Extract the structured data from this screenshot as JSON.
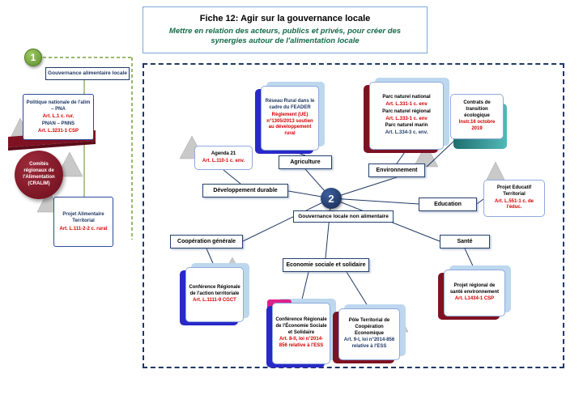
{
  "colors": {
    "navy": "#1f3864",
    "blue_accent": "#2929c8",
    "dark_red": "#7f1222",
    "teal": "#1f6f6f",
    "green": "#76a23e",
    "red_text": "#d40000",
    "light_blue": "#bdd7ee",
    "gray_triangle": "#c9c9c9",
    "pink_accent": "#e0218a",
    "subtitle_green": "#156b4a"
  },
  "header": {
    "title": "Fiche 12: Agir sur la gouvernance locale",
    "subtitle": "Mettre en relation des acteurs, publics et privés, pour créer des synergies autour de l'alimentation locale"
  },
  "badges": {
    "one": "1",
    "two": "2"
  },
  "left_panel": {
    "gouvernance_alimentaire_label": "Gouvernance alimentaire locale",
    "politique_nationale": {
      "title1": "Politique nationale de l'alim – PNA",
      "art1": "Art. L.1 c. rur.",
      "title2": "PNAN – PNNS",
      "art2": "Art. L.3231-1 CSP"
    },
    "cralim_label": "Comités régionaux de l'Alimentation (CRALIM)",
    "projet_alimentaire": {
      "title": "Projet Alimentaire Territorial",
      "art": "Art. L.111-2-2 c. rural"
    }
  },
  "hub": {
    "label": "Gouvernance locale non alimentaire"
  },
  "categories": {
    "agriculture": "Agriculture",
    "developpement_durable": "Développement durable",
    "environnement": "Environnement",
    "education": "Education",
    "sante": "Santé",
    "cooperation_generale": "Coopération générale",
    "economie_sociale": "Economie sociale et solidaire"
  },
  "cards": {
    "reseau_rural": {
      "title": "Réseau Rural dans le cadre du FEADER",
      "detail": "Règlement (UE) n°1305/2013 soutien au développement rural"
    },
    "agenda21": {
      "title": "Agenda 21",
      "art": "Art. L.110-1 c. env."
    },
    "parcs": {
      "item1": "Parc naturel national",
      "art1": "Art. L.331-1 c. env",
      "item2": "Parc naturel régional",
      "art2": "Art. L.333-1 c. env",
      "item3": "Parc naturel marin",
      "art3": "Art. L.334-3 c. env."
    },
    "contrats_transition": {
      "title": "Contrats de transition écologique",
      "art": "Instr.16 octobre 2019"
    },
    "projet_educatif": {
      "title": "Projet Educatif Territorial",
      "art": "Art. L.551-1 c. de l'éduc."
    },
    "projet_sante": {
      "title": "Projet régional de santé environnement",
      "art": "Art. L1434-1 CSP"
    },
    "conference_action": {
      "title": "Conférence Régionale de l'action territoriale",
      "art": "Art. L.1111-9 CGCT"
    },
    "conference_ess": {
      "title": "Conférence Régionale de l'Économie Sociale et Solidaire",
      "art": "Art. 8-II, loi n°2014-856 relative à l'ESS"
    },
    "pole_territorial": {
      "title": "Pôle Territorial de Coopération Economique",
      "art": "Art. 9-I, loi n°2014-856 relative à l'ESS"
    }
  }
}
